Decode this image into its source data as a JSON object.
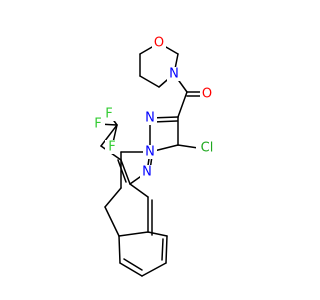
{
  "colors": {
    "bond": "#000000",
    "background": "#ffffff",
    "oxygen": "#ff0000",
    "nitrogen": "#0000ff",
    "fluorine": "#33cc33",
    "chlorine": "#1fa81f"
  },
  "atoms": {
    "morpholine_o": "O",
    "morpholine_n": "N",
    "carbonyl_o": "O",
    "chlorine": "Cl",
    "fluorine_top": "F",
    "fluorine_left": "F",
    "fluorine_mid": "F",
    "pyrazole_n": "N",
    "bridge_n": "N",
    "pyrimidine_n": "N"
  }
}
